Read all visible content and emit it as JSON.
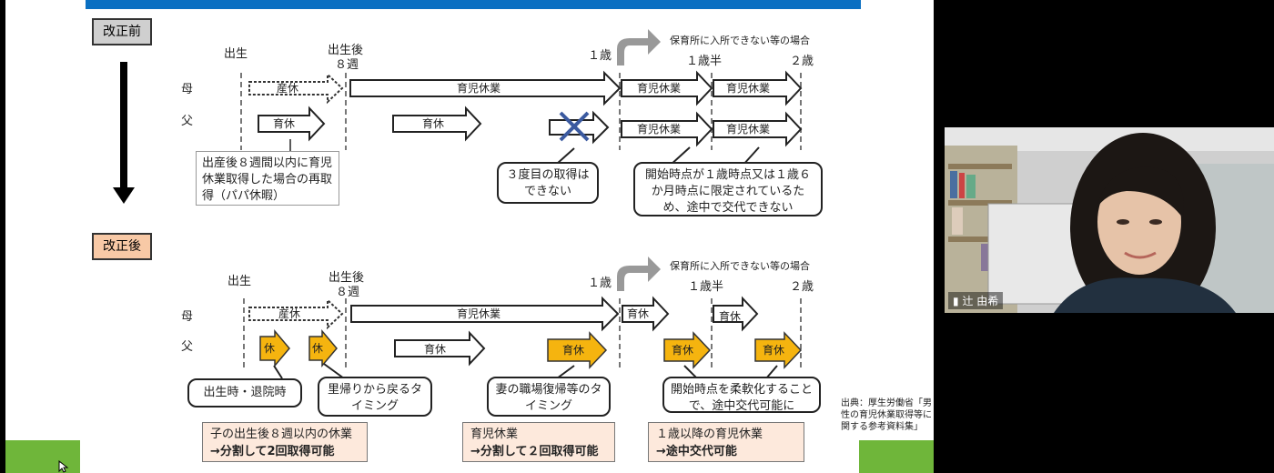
{
  "before": {
    "tag": "改正前",
    "timeline": {
      "birth": "出生",
      "after": "出生後",
      "weeks8": "８週",
      "age1": "１歳",
      "age15": "１歳半",
      "age2": "２歳"
    },
    "note_top": "保育所に入所できない等の場合",
    "row_mother": "母",
    "row_father": "父",
    "bars": {
      "maternity": "産休",
      "childcare": "育児休業",
      "ch_15": "育児休業",
      "ch_2": "育児休業",
      "f_ch_15": "育児休業",
      "f_ch_2": "育児休業",
      "f_leave1": "育休",
      "f_leave2": "育休"
    },
    "note_papa": "出産後８週間以内に育児休業取得した場合の再取得（パパ休暇）",
    "bubble_third": "３度目の取得はできない",
    "bubble_start": "開始時点が１歳時点又は１歳６か月時点に限定されているため、途中で交代できない"
  },
  "after": {
    "tag": "改正後",
    "timeline": {
      "birth": "出生",
      "after": "出生後",
      "weeks8": "８週",
      "age1": "１歳",
      "age15": "１歳半",
      "age2": "２歳"
    },
    "note_top": "保育所に入所できない等の場合",
    "row_mother": "母",
    "row_father": "父",
    "bars": {
      "maternity": "産休",
      "childcare": "育児休業",
      "m_leave1": "育休",
      "m_leave2": "育休",
      "f_short1": "休",
      "f_short2": "休",
      "f_leave": "育休",
      "f_orange1": "育休",
      "f_orange2": "育休",
      "f_orange3": "育休"
    },
    "bubble_birth": "出生時・退院時",
    "bubble_return": "里帰りから戻るタイミング",
    "bubble_wife": "妻の職場復帰等のタイミング",
    "bubble_flex": "開始時点を柔軟化することで、途中交代可能に",
    "summary1": {
      "line1": "子の出生後８週以内の休業",
      "line2": "→分割して2回取得可能"
    },
    "summary2": {
      "line1": "育児休業",
      "line2": "→分割して２回取得可能"
    },
    "summary3": {
      "line1": "１歳以降の育児休業",
      "line2": "→途中交代可能"
    }
  },
  "source": "出典：厚生労働省「男性の育児休業取得等に関する参考資料集」",
  "video": {
    "participant_name": "辻 由希"
  },
  "colors": {
    "blue_bar": "#0a6fc2",
    "green_bar": "#6fb63a",
    "tag_before": "#cfcfcf",
    "tag_after": "#f8c9a6",
    "orange": "#f5b40f",
    "note_after": "#fde9dc"
  }
}
